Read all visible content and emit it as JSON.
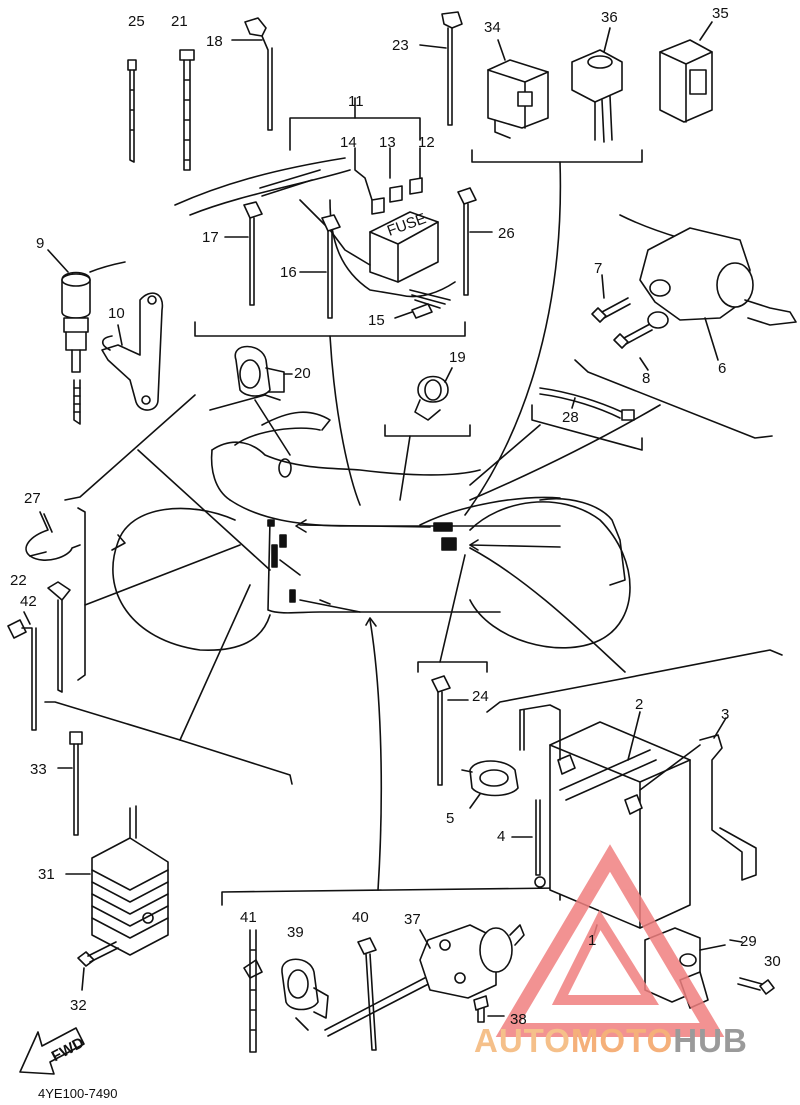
{
  "callouts": [
    "1",
    "2",
    "3",
    "4",
    "5",
    "6",
    "7",
    "8",
    "9",
    "10",
    "11",
    "12",
    "13",
    "14",
    "15",
    "16",
    "17",
    "18",
    "19",
    "20",
    "21",
    "22",
    "23",
    "24",
    "25",
    "26",
    "27",
    "28",
    "29",
    "30",
    "31",
    "32",
    "33",
    "34",
    "35",
    "36",
    "37",
    "38",
    "39",
    "40",
    "41",
    "42"
  ],
  "fuse_label": "FUSE",
  "fwd_label": "FWD",
  "diagram_code": "4YE100-7490",
  "watermark": {
    "part1": "AUTO",
    "part2": "MOTO",
    "part3": "HUB",
    "color1": "#f5c08a",
    "color2": "#f5b07a",
    "color3": "#9a9a9a",
    "logo_color": "#f08080"
  }
}
